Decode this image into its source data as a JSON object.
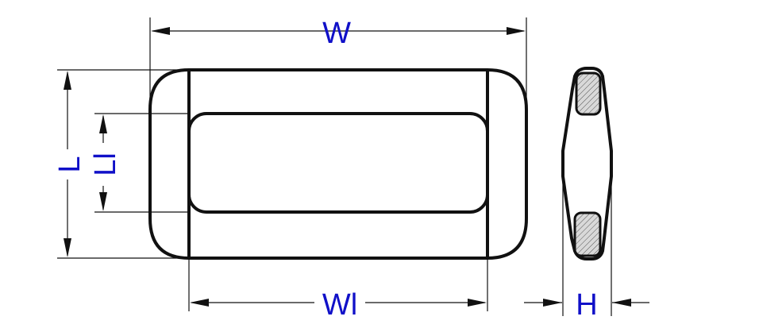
{
  "colors": {
    "outline": "#111111",
    "dimension_text": "#1010c8",
    "hatch_fill": "#d9d9d9"
  },
  "dimensions": {
    "W": "W",
    "Wl": "Wl",
    "L": "L",
    "Ll": "Ll",
    "H": "H"
  }
}
